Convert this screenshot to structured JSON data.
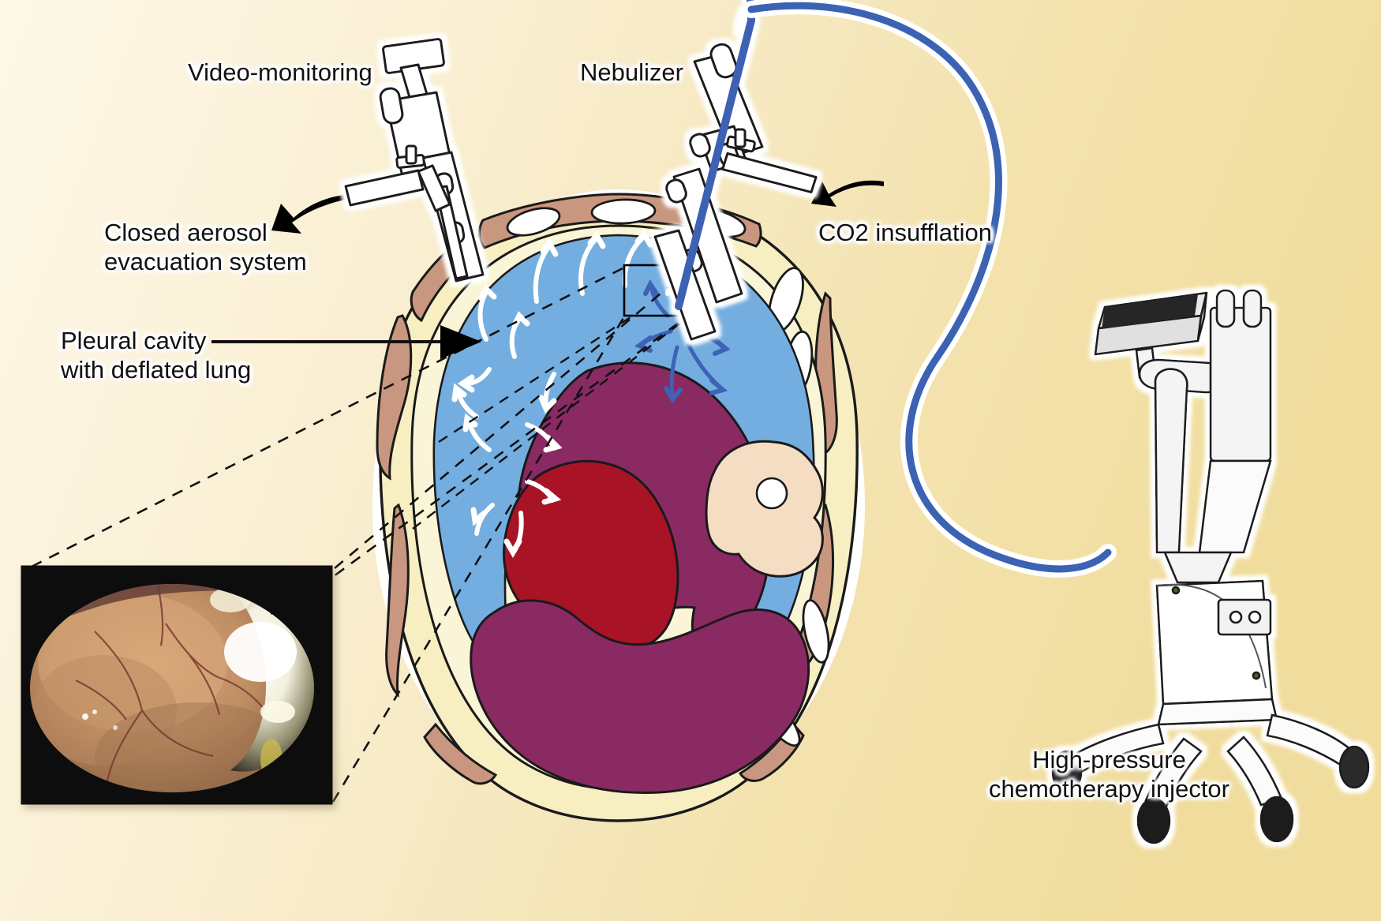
{
  "figure": {
    "type": "medical-illustration",
    "subject": "Pressurized intrathoracic aerosol chemotherapy (PITAC) setup — axial chest cross-section",
    "background_gradient": [
      "#fdf8e8",
      "#f0dd9f"
    ]
  },
  "labels": {
    "video_monitoring": "Video-monitoring",
    "nebulizer": "Nebulizer",
    "co2_insufflation": "CO2 insufflation",
    "closed_aerosol": "Closed aerosol\nevacuation system",
    "pleural_cavity": "Pleural cavity\nwith deflated lung",
    "injector": "High-pressure\nchemotherapy injector"
  },
  "anatomy": {
    "parts": [
      {
        "name": "skin-subcutaneous-fat",
        "color": "#f7efc2"
      },
      {
        "name": "chest-wall-muscle",
        "color": "#c9977f"
      },
      {
        "name": "rib-cartilage",
        "color": "#f2e2cd"
      },
      {
        "name": "pleural-cavity-aerosol",
        "color": "#74aee0"
      },
      {
        "name": "deflated-lung",
        "color": "#8a2a63"
      },
      {
        "name": "heart",
        "color": "#a81326"
      },
      {
        "name": "vertebral-body",
        "color": "#f4ddc3"
      },
      {
        "name": "spinal-canal",
        "color": "#ffffff"
      }
    ]
  },
  "instruments": {
    "trocar_body_color": "#ffffff",
    "trocar_outline_color": "#1a1a1a",
    "co2_tube_color": "#3c62b4",
    "monitor_screen_color": "#262626",
    "caster_color": "#2b2b2b"
  },
  "flow": {
    "aerosol_arrow_color": "#ffffff",
    "co2_arrow_color": "#3d62b6",
    "callout_box_color": "#000000",
    "leader_line_style": "dashed"
  },
  "inset": {
    "name": "thoracoscopic-photo",
    "frame_color": "#0a0a0a",
    "description": "Endoscopic view of parietal pleura with instrument reflection"
  }
}
